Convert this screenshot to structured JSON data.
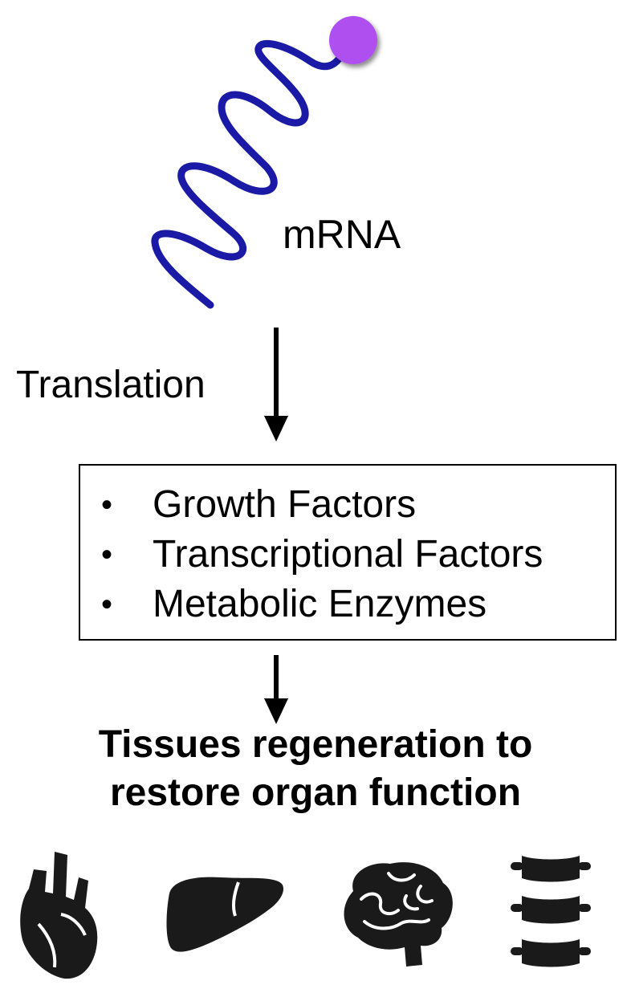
{
  "mrna": {
    "label": "mRNA",
    "strand_color": "#1a1aa6",
    "cap_color": "#b050f0"
  },
  "process": {
    "label": "Translation"
  },
  "products": {
    "items": [
      "Growth Factors",
      "Transcriptional Factors",
      "Metabolic Enzymes"
    ],
    "bullet": "•"
  },
  "outcome": {
    "line1": "Tissues regeneration to",
    "line2": "restore organ function"
  },
  "organs": {
    "icons": [
      "heart-icon",
      "liver-icon",
      "brain-icon",
      "spine-icon"
    ],
    "color": "#1a1a1a"
  }
}
